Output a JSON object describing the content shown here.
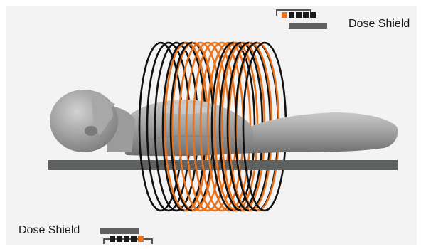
{
  "shield_top": {
    "label": "Dose Shield",
    "segments": 5,
    "active_segment": 1,
    "active_side": "left"
  },
  "shield_bottom": {
    "label": "Dose Shield",
    "segments": 5,
    "active_segment": 1,
    "active_side": "right"
  },
  "colors": {
    "accent": "#e8731e",
    "coil_dark": "#111111",
    "table": "#5f6060",
    "shield_bar": "#5f6060",
    "segment_dark": "#1a1a1a",
    "background_panel": "#f3f3f3",
    "figure": "#9a9a9a"
  },
  "coils": {
    "dark_left_count": 5,
    "orange_count": 11,
    "dark_right_count": 5
  },
  "figure": {
    "description_icon": "patient-body-icon"
  }
}
